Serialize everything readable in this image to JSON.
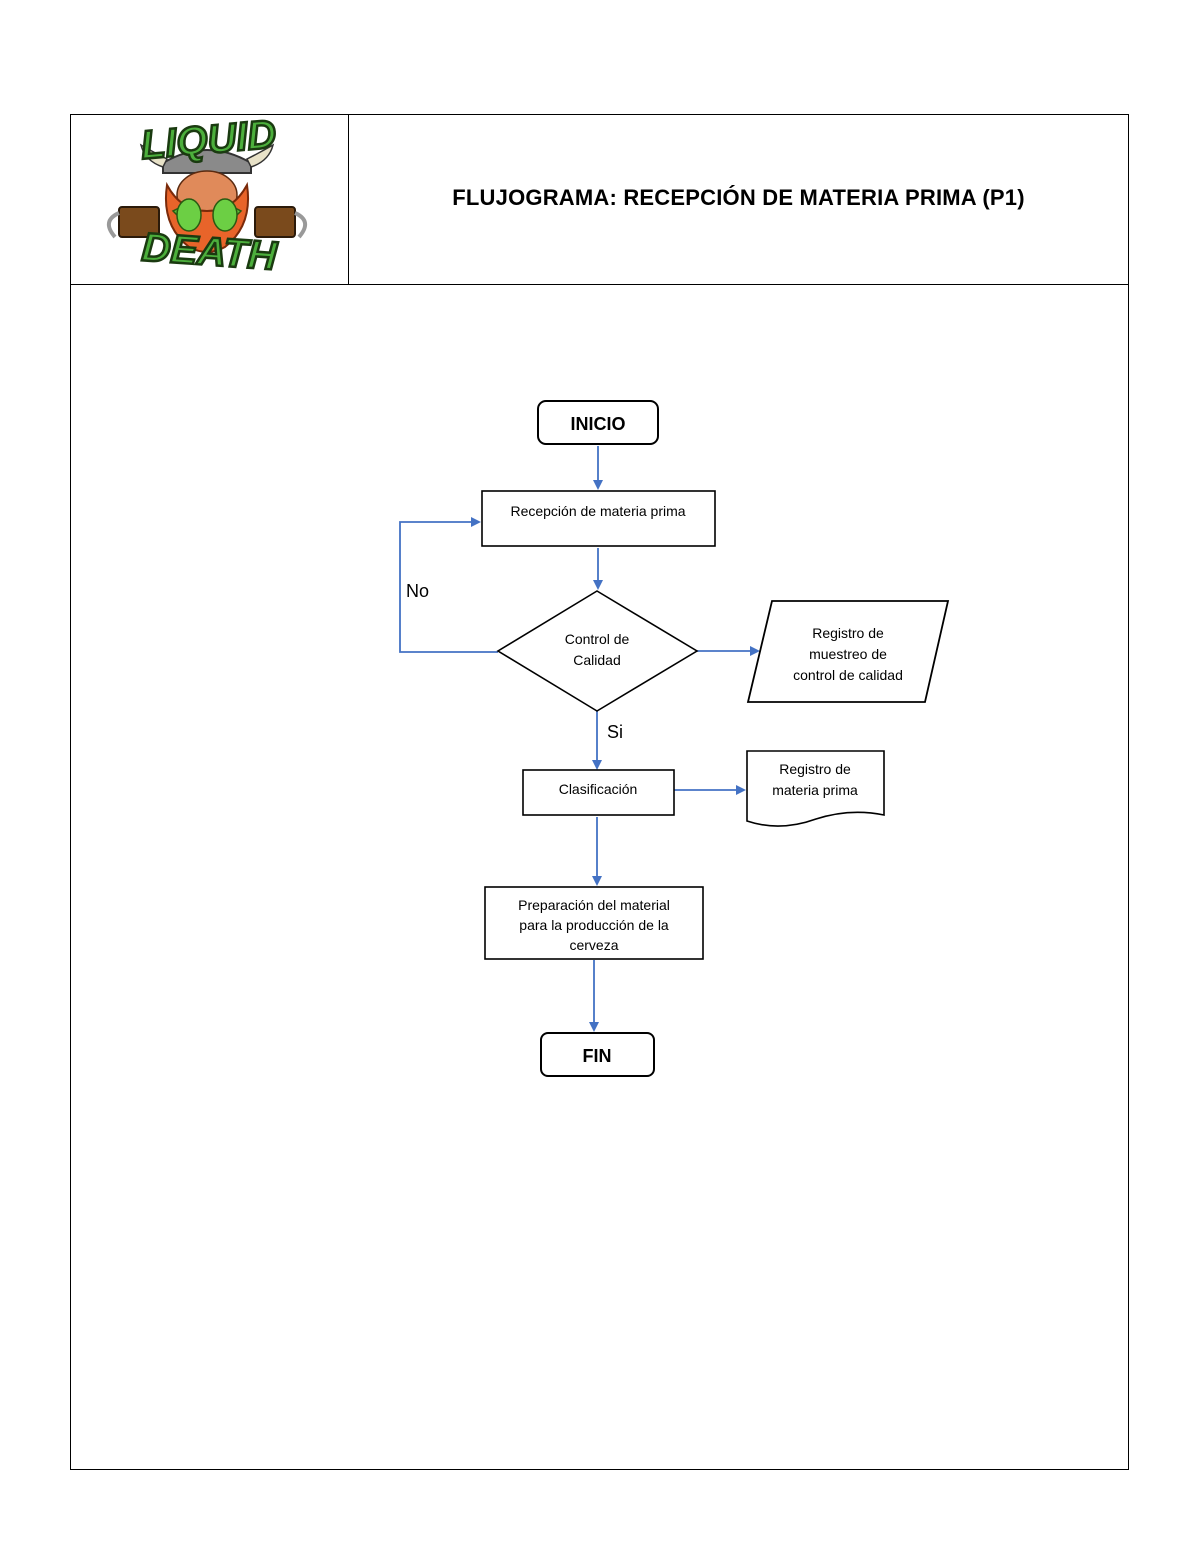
{
  "header": {
    "title": "FLUJOGRAMA: RECEPCIÓN DE MATERIA PRIMA (P1)",
    "logo": {
      "line1": "LIQUID",
      "line2": "DEATH",
      "icon": "viking-beer-logo"
    }
  },
  "flowchart": {
    "nodes": {
      "start": {
        "shape": "terminator",
        "label": "INICIO"
      },
      "reception": {
        "shape": "process",
        "label": "Recepción de materia prima"
      },
      "quality": {
        "shape": "decision",
        "lines": [
          "Control de",
          "Calidad"
        ]
      },
      "sampling_record": {
        "shape": "data",
        "lines": [
          "Registro de",
          "muestreo de",
          "control de calidad"
        ]
      },
      "classification": {
        "shape": "process",
        "label": "Clasificación"
      },
      "material_record": {
        "shape": "document",
        "lines": [
          "Registro de",
          "materia prima"
        ]
      },
      "preparation": {
        "shape": "process",
        "lines": [
          "Preparación del material",
          "para la producción de la",
          "cerveza"
        ]
      },
      "end": {
        "shape": "terminator",
        "label": "FIN"
      }
    },
    "edge_labels": {
      "no": "No",
      "yes": "Si"
    },
    "colors": {
      "arrow": "#4472c4",
      "stroke": "#000000"
    }
  }
}
